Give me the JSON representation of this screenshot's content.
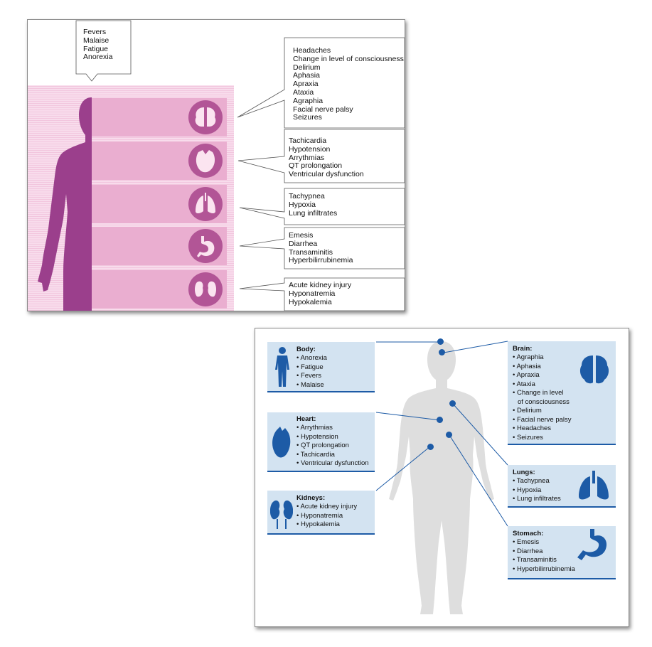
{
  "panel1": {
    "general": [
      "Fevers",
      "Malaise",
      "Fatigue",
      "Anorexia"
    ],
    "brain": [
      "Headaches",
      "Change in level of consciousness",
      "Delirium",
      "Aphasia",
      "Apraxia",
      "Ataxia",
      "Agraphia",
      "Facial nerve palsy",
      "Seizures"
    ],
    "heart": [
      "Tachicardia",
      "Hypotension",
      "Arrythmias",
      "QT prolongation",
      "Ventricular dysfunction"
    ],
    "lungs": [
      "Tachypnea",
      "Hypoxia",
      "Lung infiltrates"
    ],
    "stomach": [
      "Emesis",
      "Diarrhea",
      "Transaminitis",
      "Hyperbilirrubinemia"
    ],
    "kidneys": [
      "Acute kidney injury",
      "Hyponatremia",
      "Hypokalemia"
    ],
    "colors": {
      "dark": "#9b3f8c",
      "mid": "#c85aa8",
      "light": "#f7d9ea",
      "band": "#e9a9cd",
      "icon": "#b25596"
    }
  },
  "panel2": {
    "body": {
      "title": "Body:",
      "items": [
        "Anorexia",
        "Fatigue",
        "Fevers",
        "Malaise"
      ]
    },
    "heart": {
      "title": "Heart:",
      "items": [
        "Arrythmias",
        "Hypotension",
        "QT prolongation",
        "Tachicardia",
        "Ventricular dysfunction"
      ]
    },
    "kidneys": {
      "title": "Kidneys:",
      "items": [
        "Acute kidney injury",
        "Hyponatremia",
        "Hypokalemia"
      ]
    },
    "brain": {
      "title": "Brain:",
      "items": [
        "Agraphia",
        "Aphasia",
        "Apraxia",
        "Ataxia",
        "Change in level",
        "  of consciousness",
        "Delirium",
        "Facial nerve palsy",
        "Headaches",
        "Seizures"
      ]
    },
    "lungs": {
      "title": "Lungs:",
      "items": [
        "Tachypnea",
        "Hypoxia",
        "Lung infiltrates"
      ]
    },
    "stomach": {
      "title": "Stomach:",
      "items": [
        "Emesis",
        "Diarrhea",
        "Transaminitis",
        "Hyperbilirrubinemia"
      ]
    },
    "colors": {
      "box": "#d3e3f1",
      "accent": "#1d5ba6",
      "silhouette": "#dedede"
    }
  }
}
